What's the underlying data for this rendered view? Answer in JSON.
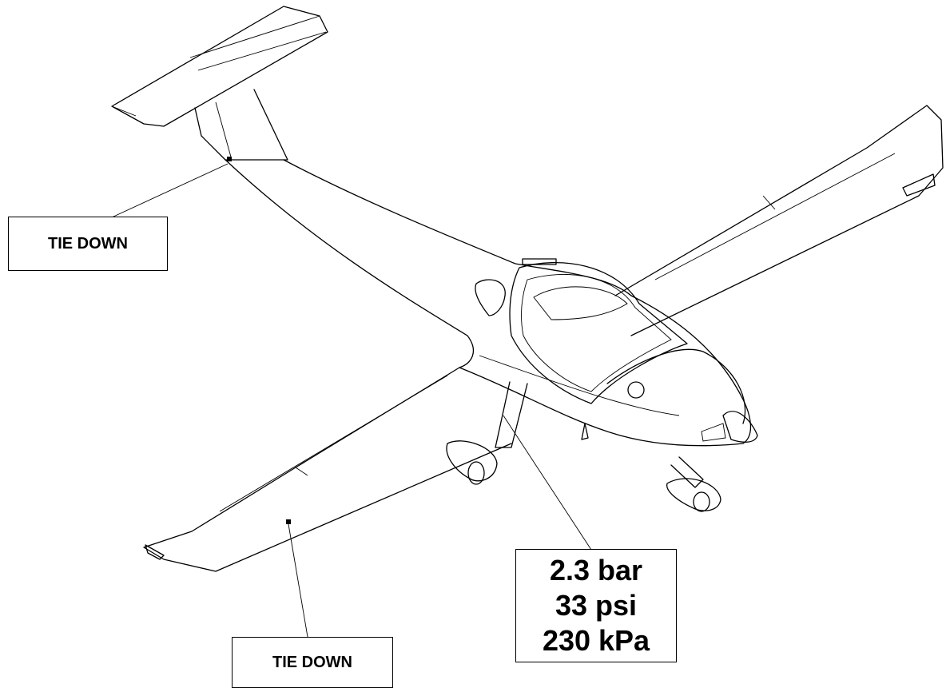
{
  "labels": {
    "tie_down_tail": "TIE DOWN",
    "tie_down_wing": "TIE DOWN",
    "pressure": [
      "2.3 bar",
      "33 psi",
      "230 kPa"
    ]
  },
  "colors": {
    "line": "#000000",
    "background": "#ffffff"
  }
}
